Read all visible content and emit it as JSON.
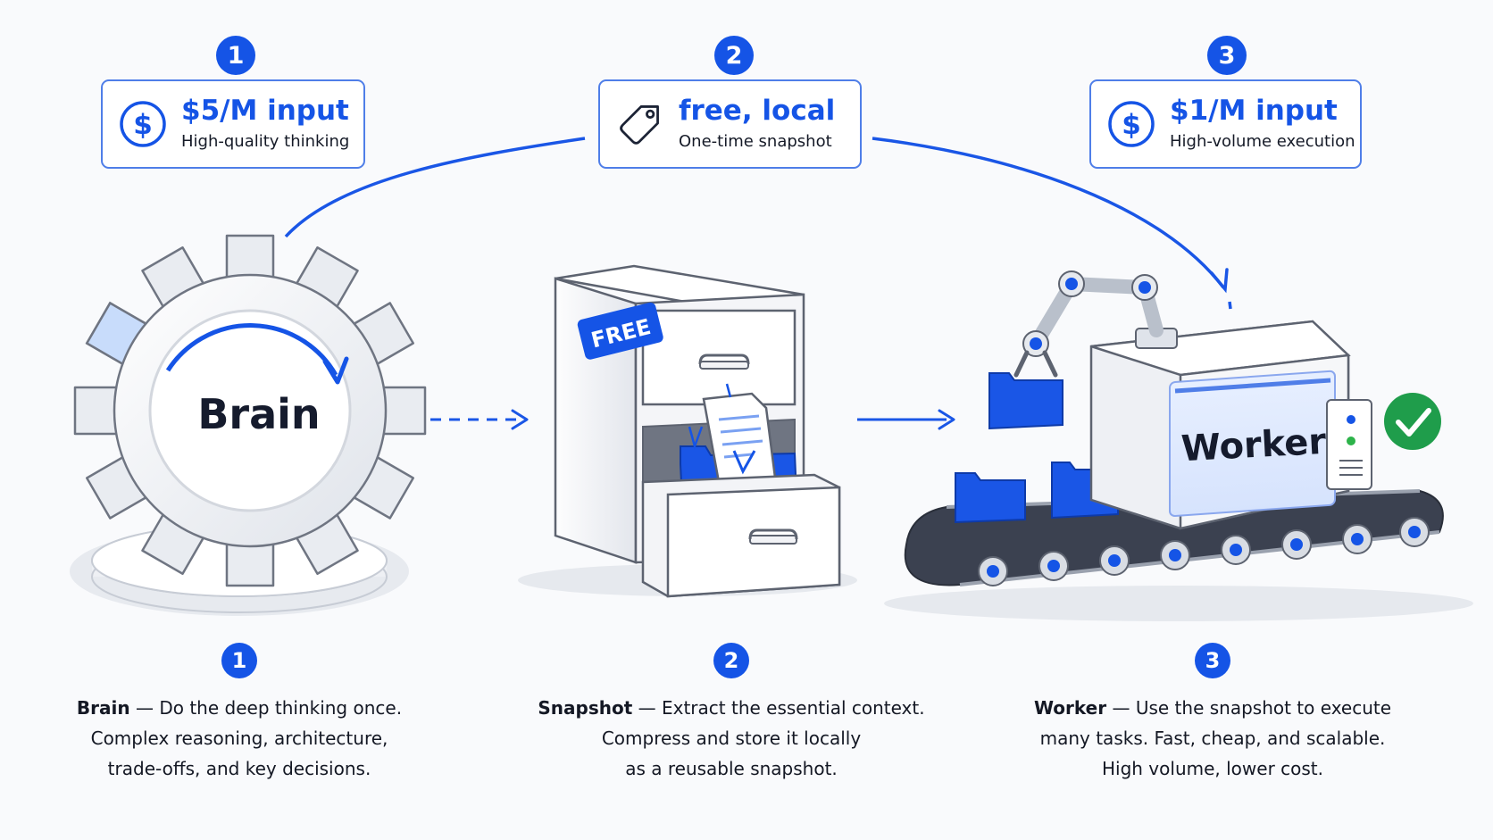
{
  "steps": [
    {
      "number": "1",
      "cost_value": "$5/M input",
      "cost_sub": "High-quality thinking",
      "icon": "dollar-icon",
      "illustration_label": "Brain",
      "desc_title": "Brain",
      "desc_line1": " — Do the deep thinking once.",
      "desc_line2": "Complex reasoning, architecture,",
      "desc_line3": "trade-offs, and key decisions."
    },
    {
      "number": "2",
      "cost_value": "free, local",
      "cost_sub": "One-time snapshot",
      "icon": "price-tag-icon",
      "tag_label": "FREE",
      "desc_title": "Snapshot",
      "desc_line1": " — Extract the essential context.",
      "desc_line2": "Compress and store it locally",
      "desc_line3": "as a reusable snapshot."
    },
    {
      "number": "3",
      "cost_value": "$1/M input",
      "cost_sub": "High-volume execution",
      "icon": "dollar-icon",
      "illustration_label": "Worker",
      "desc_title": "Worker",
      "desc_line1": " — Use the snapshot to execute",
      "desc_line2": "many tasks. Fast, cheap, and scalable.",
      "desc_line3": "High volume, lower cost."
    }
  ],
  "colors": {
    "accent": "#1554e6",
    "card_border": "#4f7ee8",
    "success": "#1f9d4b",
    "text": "#14192a"
  }
}
